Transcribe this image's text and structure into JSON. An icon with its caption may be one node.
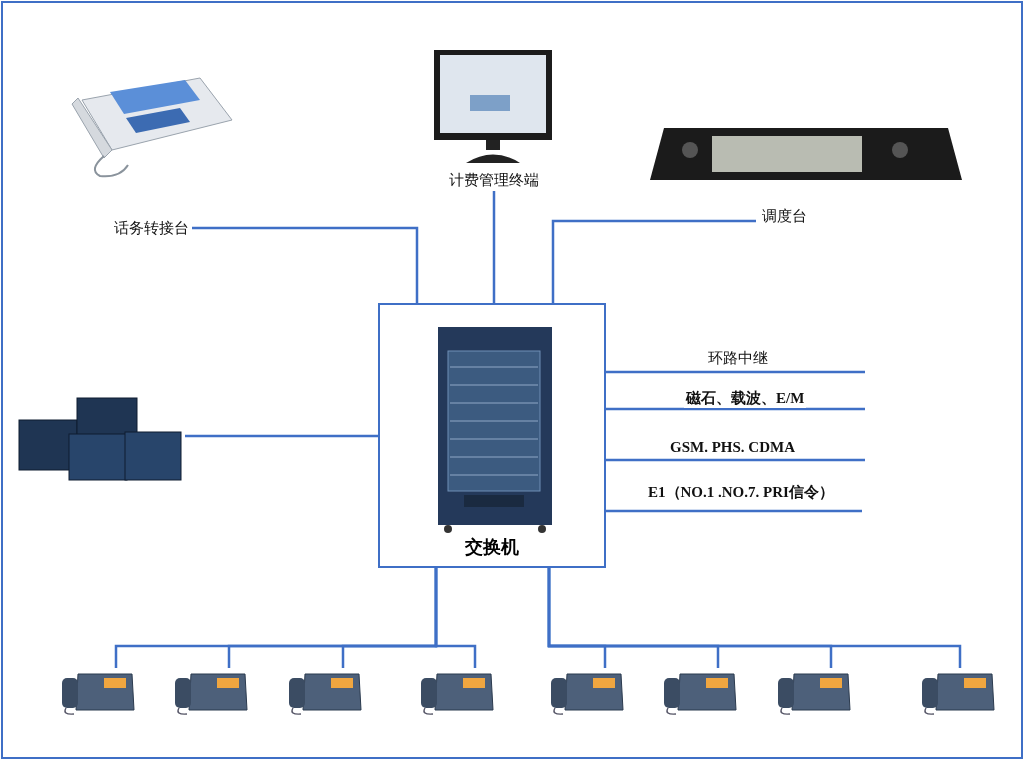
{
  "diagram": {
    "nodes": [
      {
        "text": [
          "话务转接台"
        ]
      },
      {
        "text": [
          "计费管理终端"
        ]
      },
      {
        "text": [
          "调度台"
        ]
      },
      {
        "text": [
          "交换机"
        ]
      },
      {
        "text": [],
        "shape": "picture"
      },
      {
        "text": [],
        "shape": "picture"
      },
      {
        "text": [],
        "shape": "picture"
      },
      {
        "text": [],
        "shape": "picture"
      },
      {
        "text": [],
        "shape": "picture"
      },
      {
        "text": [],
        "shape": "picture"
      },
      {
        "text": [],
        "shape": "picture"
      },
      {
        "text": [],
        "shape": "picture"
      },
      {
        "text": [],
        "shape": "picture"
      }
    ],
    "edges": [
      {
        "from": 0,
        "to": 3,
        "arrow": "none"
      },
      {
        "from": 1,
        "to": 3,
        "arrow": "none"
      },
      {
        "from": 2,
        "to": 3,
        "arrow": "none"
      },
      {
        "from": 4,
        "to": 3,
        "arrow": "none"
      },
      {
        "from": 3,
        "to": null,
        "arrow": "none",
        "label": "环路中继"
      },
      {
        "from": 3,
        "to": null,
        "arrow": "none",
        "label": "磁石、载波、E/M"
      },
      {
        "from": 3,
        "to": null,
        "arrow": "none",
        "label": "GSM. PHS.  CDMA"
      },
      {
        "from": 3,
        "to": null,
        "arrow": "none",
        "label": "E1（NO.1 .NO.7. PRI信令）"
      },
      {
        "from": 3,
        "to": 5,
        "arrow": "none"
      },
      {
        "from": 3,
        "to": 6,
        "arrow": "none"
      },
      {
        "from": 3,
        "to": 7,
        "arrow": "none"
      },
      {
        "from": 3,
        "to": 8,
        "arrow": "none"
      },
      {
        "from": 3,
        "to": 9,
        "arrow": "none"
      },
      {
        "from": 3,
        "to": 10,
        "arrow": "none"
      },
      {
        "from": 3,
        "to": 11,
        "arrow": "none"
      },
      {
        "from": 3,
        "to": 12,
        "arrow": "none"
      }
    ]
  }
}
